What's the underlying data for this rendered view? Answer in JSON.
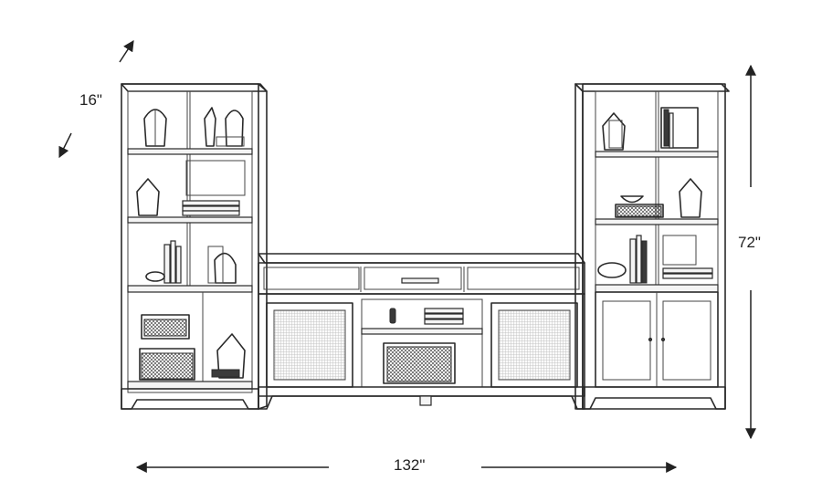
{
  "dimensions": {
    "depth": "16\"",
    "height": "72\"",
    "width": "132\""
  },
  "colors": {
    "line": "#2a2a2a",
    "background": "#ffffff"
  }
}
